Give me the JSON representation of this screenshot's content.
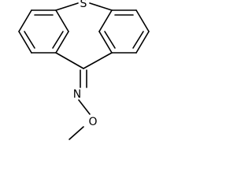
{
  "molecule": {
    "atoms": {
      "sulfur": "S",
      "nitrogen": "N",
      "oxygen": "O"
    },
    "colors": {
      "background": "#ffffff",
      "bonds": "#000000",
      "labels": "#000000"
    }
  }
}
